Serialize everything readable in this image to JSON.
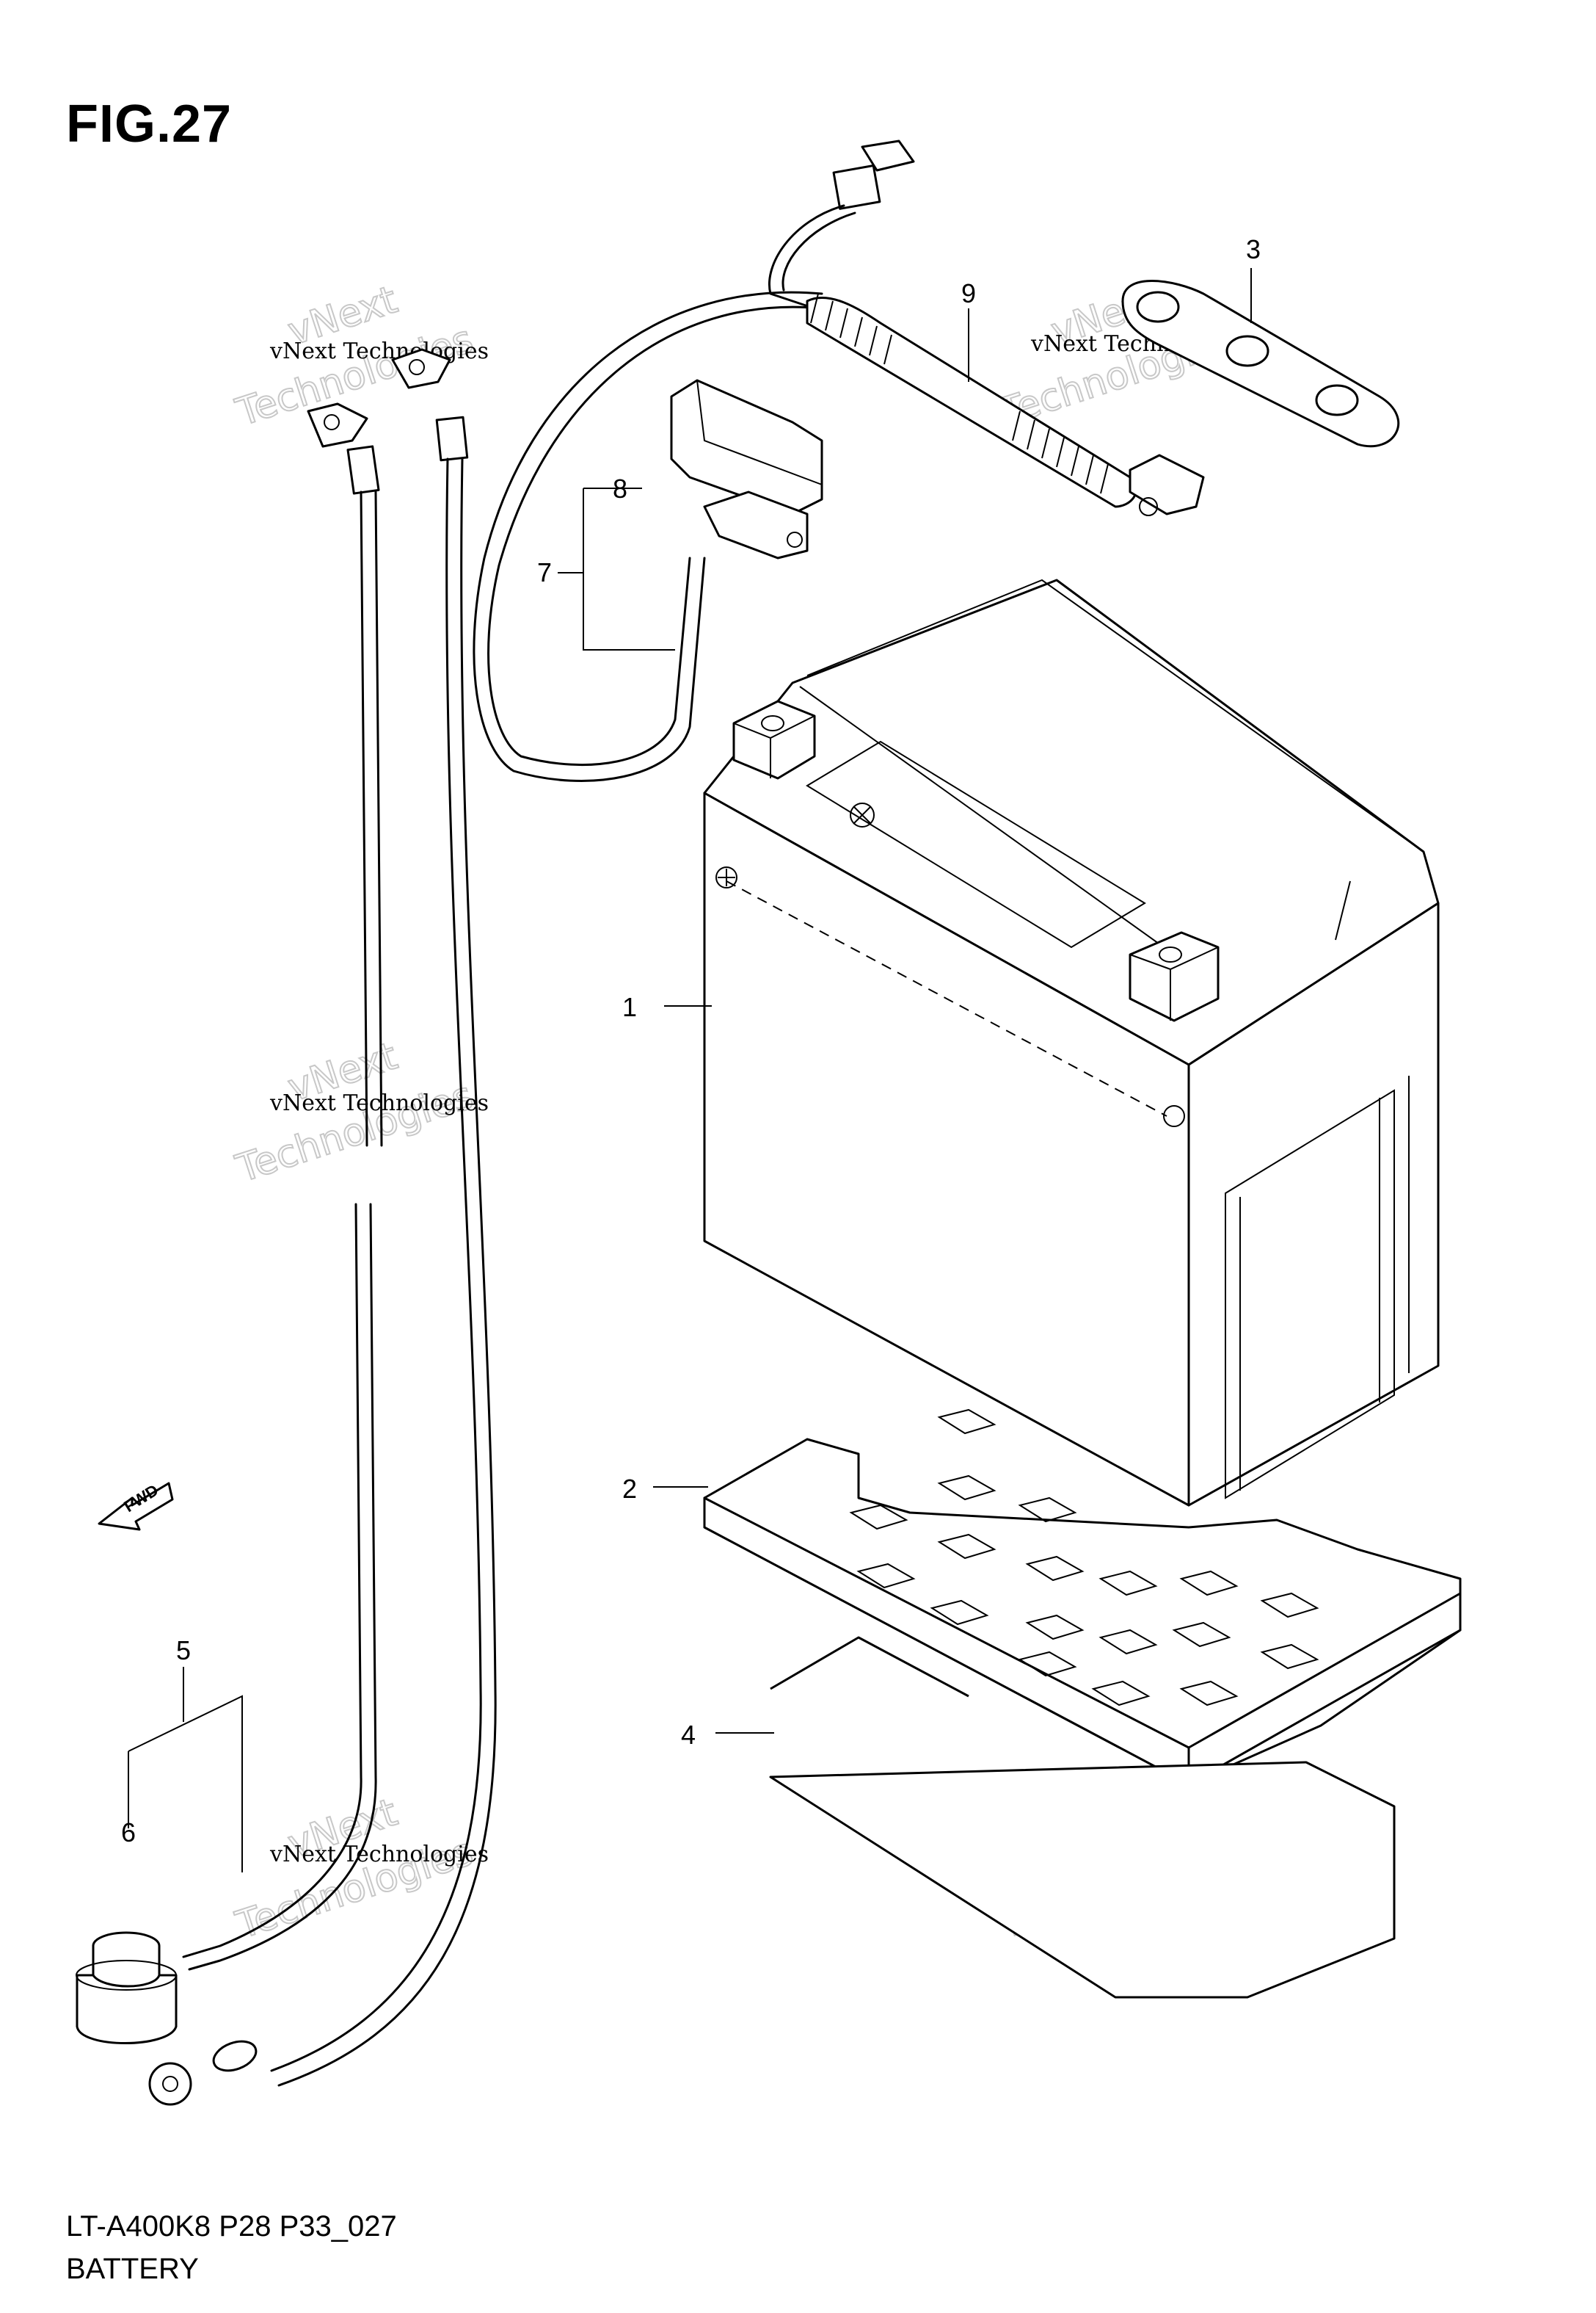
{
  "figure": {
    "title": "FIG.27",
    "model_code": "LT-A400K8 P28 P33_027",
    "section_name": "BATTERY"
  },
  "callouts": [
    {
      "id": "1",
      "label": "1"
    },
    {
      "id": "2",
      "label": "2"
    },
    {
      "id": "3",
      "label": "3"
    },
    {
      "id": "4",
      "label": "4"
    },
    {
      "id": "5",
      "label": "5"
    },
    {
      "id": "6",
      "label": "6"
    },
    {
      "id": "7",
      "label": "7"
    },
    {
      "id": "8",
      "label": "8"
    },
    {
      "id": "9",
      "label": "9"
    }
  ],
  "direction_arrow": {
    "label": "FWD"
  },
  "watermark": {
    "small_text": "vNext Technologies",
    "big_line1": "vNext",
    "big_line2": "Technologies"
  }
}
